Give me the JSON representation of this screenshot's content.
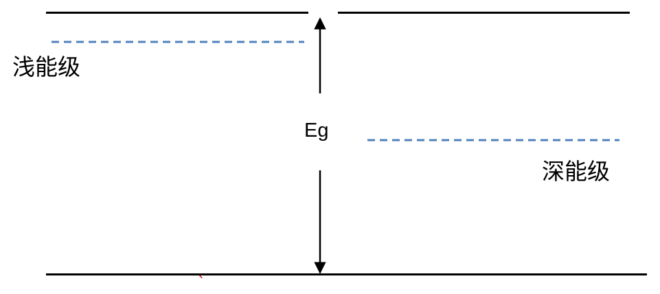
{
  "labels": {
    "energy_gap": "Eg",
    "shallow_level": "浅能级",
    "deep_level": "深能级",
    "stray_mark": "`"
  },
  "colors": {
    "band_line": "#000000",
    "level_dash": "#4f81bd",
    "stray_mark": "#e00000"
  }
}
